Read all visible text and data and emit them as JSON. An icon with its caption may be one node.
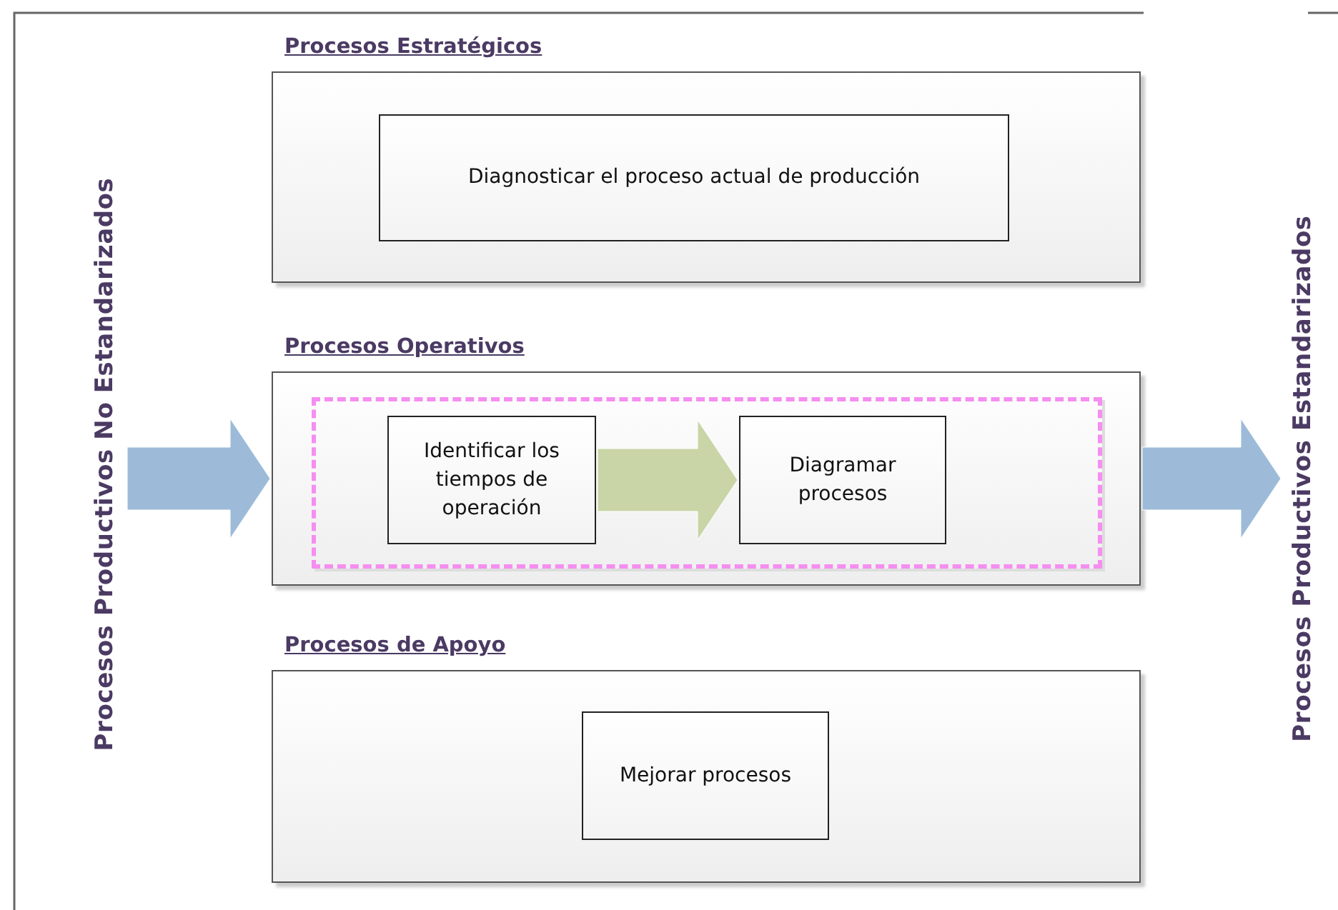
{
  "diagram": {
    "nodes": [
      {
        "text": [
          "Procesos Productivos No Estandarizados"
        ]
      },
      {
        "text": [
          "Procesos Estratégicos"
        ]
      },
      {
        "text": [
          "Diagnosticar el proceso actual de producción"
        ],
        "in": 1
      },
      {
        "text": [
          "Procesos Operativos"
        ]
      },
      {
        "text": [],
        "shape": "box",
        "in": 3
      },
      {
        "text": [
          "Identificar los tiempos de operación"
        ],
        "in": 4
      },
      {
        "text": [
          "Diagramar procesos"
        ],
        "in": 4
      },
      {
        "text": [
          "Procesos de Apoyo"
        ]
      },
      {
        "text": [
          "Mejorar procesos"
        ],
        "in": 7
      },
      {
        "text": [
          "Procesos Productivos Estandarizados"
        ]
      }
    ],
    "edges": [
      {
        "from": 0,
        "to": 3,
        "arrow": "to",
        "style": "thick"
      },
      {
        "from": 5,
        "to": 6,
        "arrow": "to",
        "style": "thick",
        "color": "#c9d5a6"
      },
      {
        "from": 3,
        "to": 9,
        "arrow": "to",
        "style": "thick"
      }
    ]
  }
}
